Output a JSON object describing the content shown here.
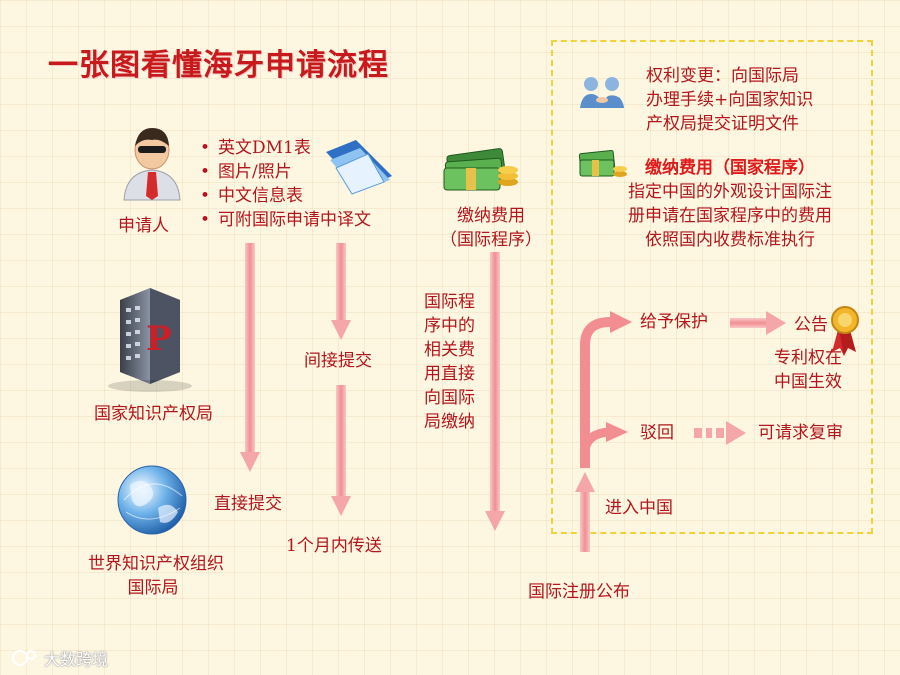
{
  "title": "一张图看懂海牙申请流程",
  "applicant": {
    "label": "申请人",
    "materials": [
      "英文DM1表",
      "图片/照片",
      "中文信息表",
      "可附国际申请中译文"
    ]
  },
  "cnipa": {
    "label": "国家知识产权局"
  },
  "wipo": {
    "label_line1": "世界知识产权组织",
    "label_line2": "国际局"
  },
  "steps": {
    "direct_submit": "直接提交",
    "indirect_submit": "间接提交",
    "transfer_within_month": "1个月内传送",
    "pay_intl": {
      "line1": "缴纳费用",
      "line2": "（国际程序）"
    },
    "intl_fee_note": [
      "国际程",
      "序中的",
      "相关费",
      "用直接",
      "向国际",
      "局缴纳"
    ],
    "intl_registration": "国际注册公布",
    "enter_china": "进入中国"
  },
  "national_phase": {
    "rights_change": [
      "权利变更：向国际局",
      "办理手续+向国家知识",
      "产权局提交证明文件"
    ],
    "fee_title": "缴纳费用（国家程序）",
    "fee_detail": [
      "指定中国的外观设计国际注",
      "册申请在国家程序中的费用",
      "依照国内收费标准执行"
    ],
    "protect": "给予保护",
    "announce": "公告",
    "effective": [
      "专利权在",
      "中国生效"
    ],
    "reject": "驳回",
    "review": "可请求复审"
  },
  "watermark": "大数跨境",
  "colors": {
    "accent": "#b3161c",
    "arrow": "#f4a6a8",
    "dash": "#f2d23a"
  },
  "icons": [
    "person-icon",
    "folder-icon",
    "building-icon",
    "globe-icon",
    "money-icon",
    "handshake-icon",
    "medal-icon"
  ]
}
